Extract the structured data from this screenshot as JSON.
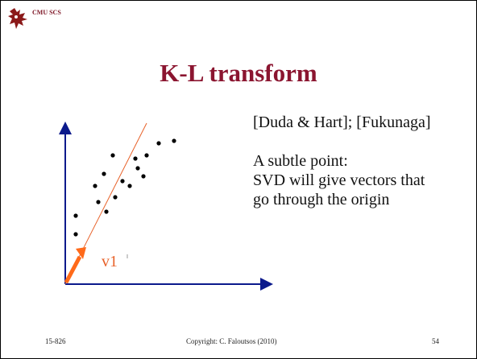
{
  "header": {
    "brand": "CMU SCS",
    "logo_icon": "dragon-logo-icon"
  },
  "slide": {
    "title": "K-L transform",
    "references": "[Duda & Hart]; [Fukunaga]",
    "note_lines": [
      "A subtle point:",
      "SVD will give vectors that",
      "go through the origin"
    ]
  },
  "figure": {
    "vector_label": "v1",
    "points": [
      [
        93,
        267
      ],
      [
        93,
        290
      ],
      [
        117,
        230
      ],
      [
        121,
        250
      ],
      [
        128,
        215
      ],
      [
        131,
        262
      ],
      [
        139,
        192
      ],
      [
        142,
        244
      ],
      [
        151,
        224
      ],
      [
        160,
        230
      ],
      [
        167,
        196
      ],
      [
        170,
        208
      ],
      [
        181,
        192
      ],
      [
        177,
        218
      ],
      [
        196,
        177
      ],
      [
        215,
        174
      ]
    ],
    "colors": {
      "axis": "#0b1a8c",
      "fit_line": "#e8622a",
      "vector": "#ff6a1a",
      "points": "#000000"
    }
  },
  "footer": {
    "course": "15-826",
    "copyright": "Copyright: C. Faloutsos (2010)",
    "page_number": "54"
  }
}
